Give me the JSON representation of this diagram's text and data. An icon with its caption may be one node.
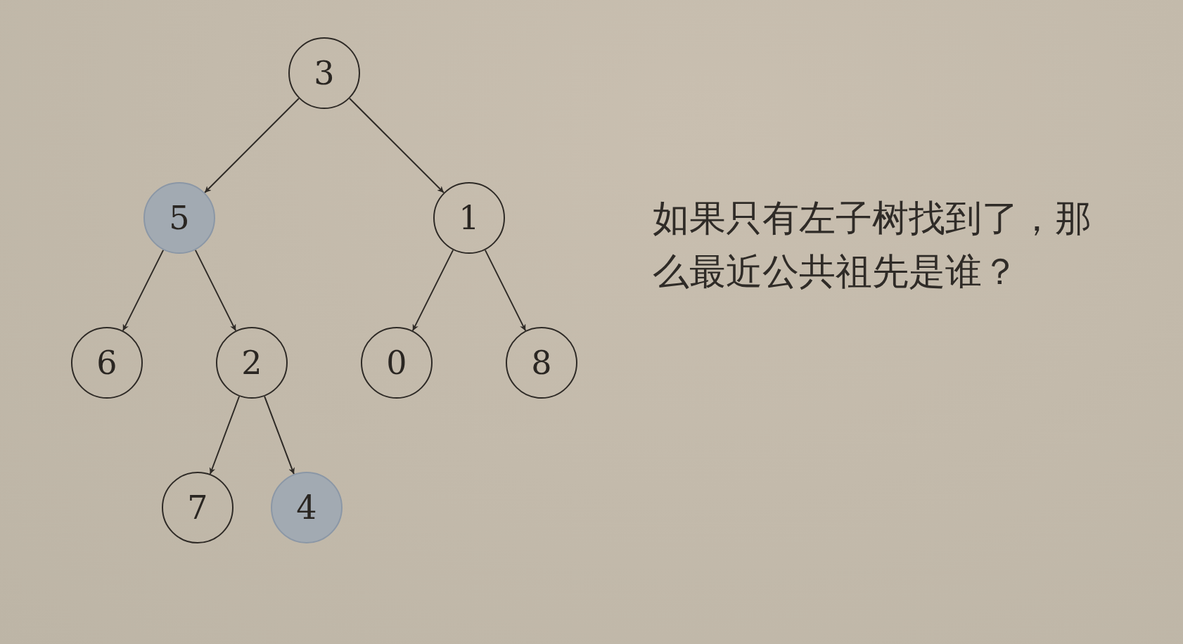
{
  "diagram": {
    "nodes": [
      {
        "text": [
          "3"
        ]
      },
      {
        "text": [
          "5"
        ]
      },
      {
        "text": [
          "1"
        ]
      },
      {
        "text": [
          "6"
        ]
      },
      {
        "text": [
          "2"
        ]
      },
      {
        "text": [
          "0"
        ]
      },
      {
        "text": [
          "8"
        ]
      },
      {
        "text": [
          "7"
        ]
      },
      {
        "text": [
          "4"
        ]
      }
    ],
    "edges": [
      {
        "from": 0,
        "to": 1,
        "arrow": "to"
      },
      {
        "from": 0,
        "to": 2,
        "arrow": "to"
      },
      {
        "from": 1,
        "to": 3,
        "arrow": "to"
      },
      {
        "from": 1,
        "to": 4,
        "arrow": "to"
      },
      {
        "from": 2,
        "to": 5,
        "arrow": "to"
      },
      {
        "from": 2,
        "to": 6,
        "arrow": "to"
      },
      {
        "from": 4,
        "to": 7,
        "arrow": "to"
      },
      {
        "from": 4,
        "to": 8,
        "arrow": "to"
      }
    ],
    "labels": [
      "如果只有左子树找到了，那么最近公共祖先是谁？"
    ]
  }
}
